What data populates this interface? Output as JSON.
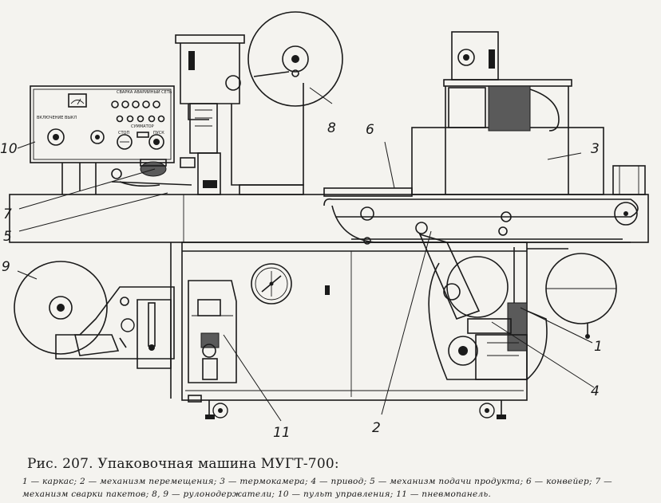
{
  "figure": {
    "caption_title": "Рис. 207. Упаковочная машина МУГТ-700:",
    "caption_legend": "1 — каркас; 2 — механизм перемещения; 3 — термокамера; 4 — привод; 5 — механизм подачи продукта; 6 — конвейер; 7 — механизм сварки пакетов; 8, 9 — рулонодержатели; 10 — пульт управления; 11 — пневмопанель."
  },
  "callouts": {
    "c1": "1",
    "c2": "2",
    "c3": "3",
    "c4": "4",
    "c5": "5",
    "c6": "6",
    "c7": "7",
    "c8": "8",
    "c9": "9",
    "c10": "10",
    "c11": "11"
  },
  "control_panel": {
    "text_top": "СВАРКА АВАРИЙНЫЙ СЕТЬ",
    "text_left": "ВКЛЮЧЕНИЕ ВЫКЛ",
    "text_mid": "СУММАТОР",
    "text_stop": "СТОП",
    "text_pusk": "ПУСК"
  }
}
